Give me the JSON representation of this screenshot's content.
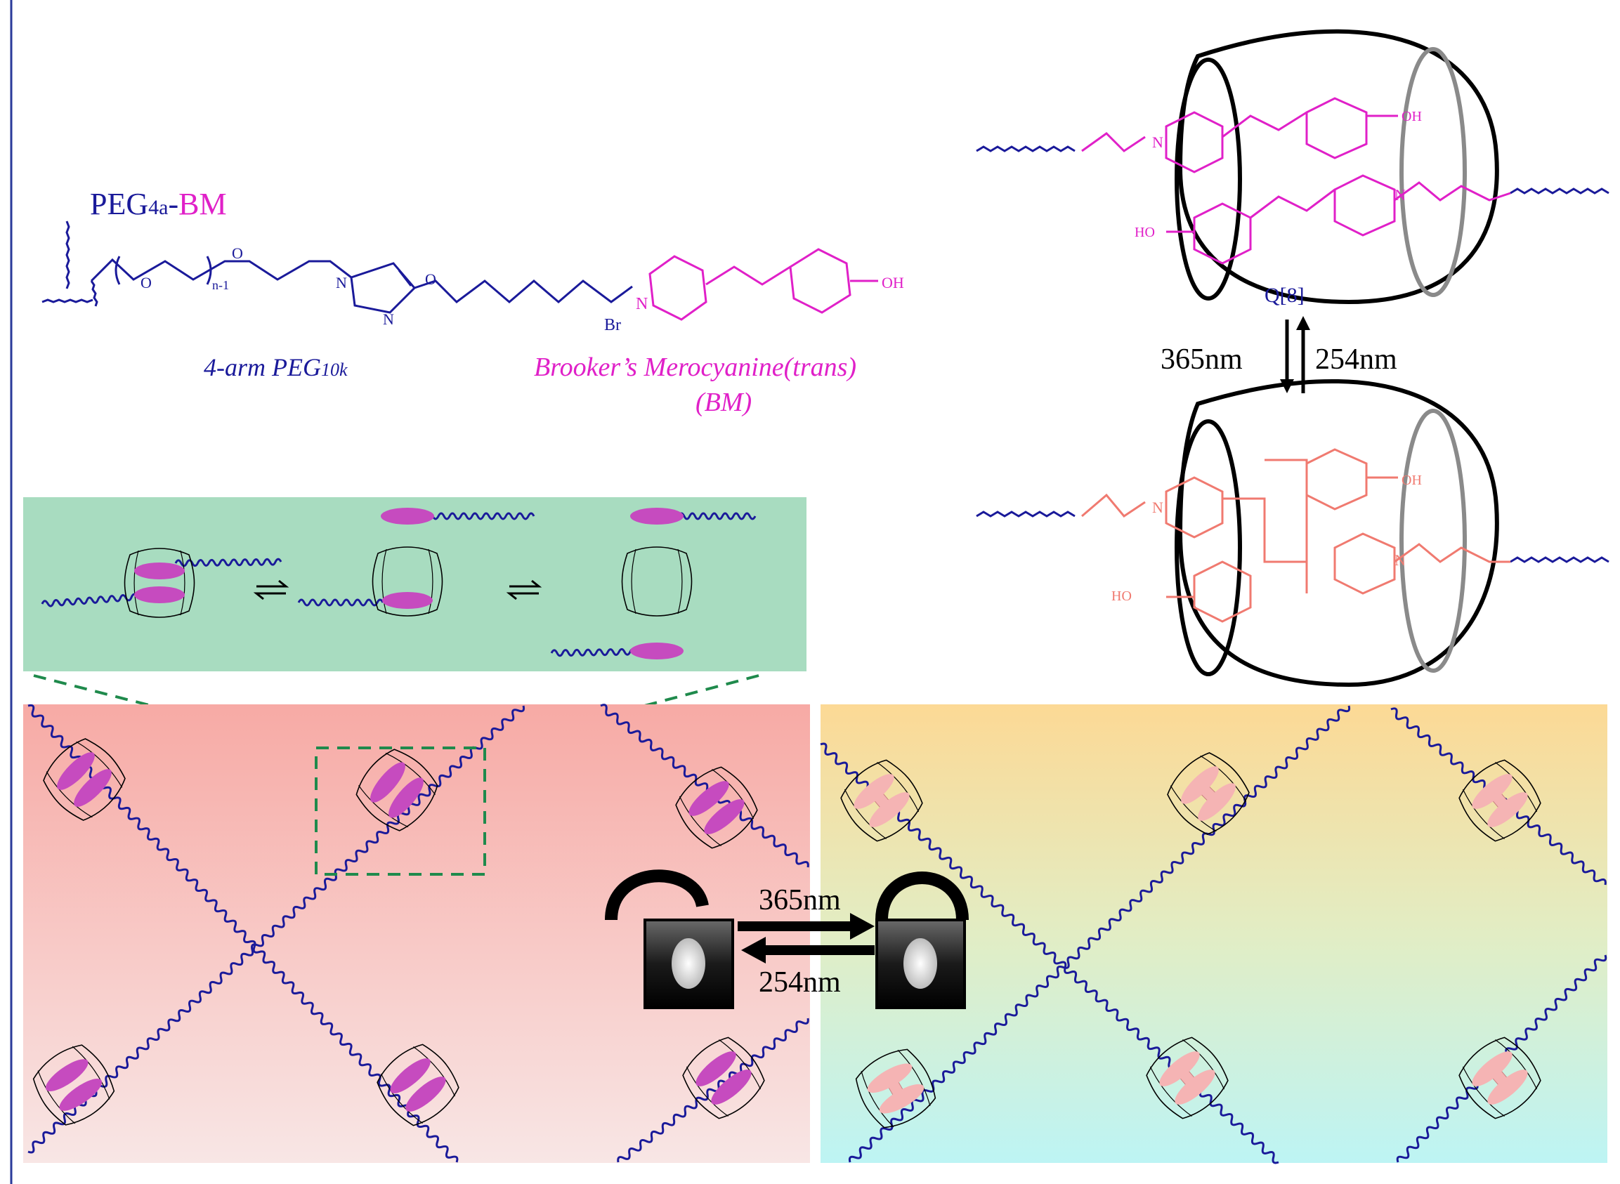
{
  "title": {
    "peg_prefix": "PEG",
    "peg_sub": "4a",
    "dash": "-",
    "bm": "BM"
  },
  "structure": {
    "o1": "O",
    "o2": "O",
    "o3": "O",
    "n_minus_1": "n-1",
    "n_label": "N",
    "n_label2": "N",
    "br": "Br",
    "n_plus": "N",
    "oh": "OH"
  },
  "labels": {
    "arm_peg": "4-arm PEG",
    "arm_peg_sub": "10k",
    "merocyanine": "Brooker’s Merocyanine(trans)",
    "bm_abbrev": "(BM)"
  },
  "q8_panel": {
    "oh_top": "OH",
    "ho_top": "HO",
    "n_plus_a": "N",
    "n_plus_b": "N",
    "q8": "Q[8]",
    "wavelength_down": "365nm",
    "wavelength_up": "254nm",
    "oh_bottom": "OH",
    "ho_bottom": "HO",
    "n_plus_c": "N",
    "n_plus_d": "N"
  },
  "lock_switch": {
    "forward": "365nm",
    "backward": "254nm"
  },
  "colors": {
    "peg_blue": "#1a1a9a",
    "bm_magenta": "#e020c8",
    "dimer_salmon": "#f07a70",
    "inset_green": "#a8dcc0",
    "gel_red_top": "#f7aaa5",
    "gel_red_bottom": "#f8e4e3",
    "gel_right_top": "#fcd995",
    "gel_right_bottom": "#bff4f4",
    "guest_magenta": "#c64bbf",
    "guest_pink": "#f5b4b4",
    "dash_green": "#1f8a4c"
  }
}
